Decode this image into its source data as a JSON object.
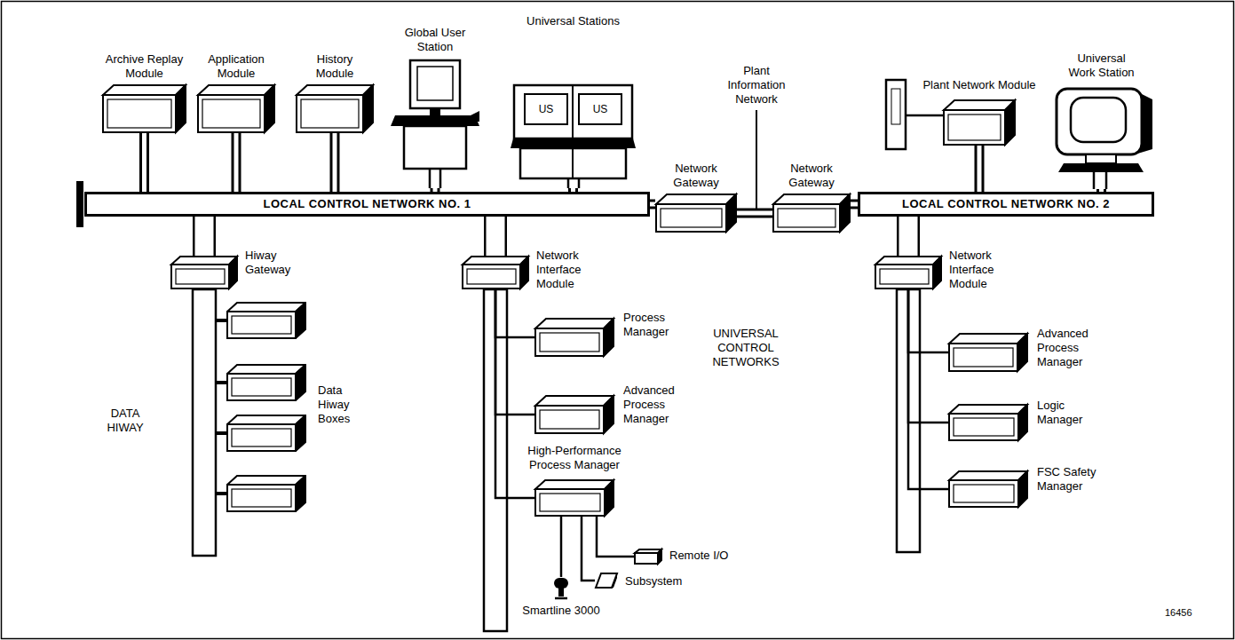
{
  "diagram": {
    "nodes": [
      {
        "text": [
          "Archive Replay Module"
        ]
      },
      {
        "text": [
          "Application Module"
        ]
      },
      {
        "text": [
          "History Module"
        ]
      },
      {
        "text": [
          "Global User Station"
        ]
      },
      {
        "text": [
          "Universal Stations"
        ]
      },
      {
        "text": [
          "US"
        ],
        "in": 4
      },
      {
        "text": [
          "US"
        ],
        "in": 4
      },
      {
        "text": [
          "Plant Network Module"
        ]
      },
      {
        "text": [
          "Universal Work Station"
        ]
      },
      {
        "text": [
          "LOCAL CONTROL NETWORK NO. 1"
        ]
      },
      {
        "text": [
          "Network Gateway"
        ]
      },
      {
        "text": [
          "Network Gateway"
        ]
      },
      {
        "text": [
          "LOCAL CONTROL NETWORK NO. 2"
        ]
      },
      {
        "text": [
          "Hiway Gateway"
        ]
      },
      {
        "text": [
          "Network Interface Module"
        ]
      },
      {
        "text": [
          "Network Interface Module"
        ]
      },
      {
        "text": [
          "Process Manager"
        ]
      },
      {
        "text": [
          "Advanced Process Manager"
        ]
      },
      {
        "text": [
          "Advanced Process Manager"
        ]
      },
      {
        "text": [
          "Logic Manager"
        ]
      },
      {
        "text": [
          "High-Performance Process Manager"
        ]
      },
      {
        "text": [
          "FSC Safety Manager"
        ]
      },
      {
        "text": [
          "Remote I/O"
        ]
      },
      {
        "text": [
          "Subsystem"
        ]
      },
      {
        "text": [
          "Smartline 3000"
        ]
      }
    ],
    "edges": [
      {
        "from": 0,
        "to": 9,
        "arrow": "none"
      },
      {
        "from": 1,
        "to": 9,
        "arrow": "none"
      },
      {
        "from": 2,
        "to": 9,
        "arrow": "none"
      },
      {
        "from": 3,
        "to": 9,
        "arrow": "none"
      },
      {
        "from": 4,
        "to": 9,
        "arrow": "none"
      },
      {
        "from": 9,
        "to": 10,
        "arrow": "none"
      },
      {
        "from": 10,
        "to": 11,
        "arrow": "none"
      },
      {
        "from": 11,
        "to": 12,
        "arrow": "none"
      },
      {
        "from": 7,
        "to": 12,
        "arrow": "none"
      },
      {
        "from": 8,
        "to": 12,
        "arrow": "none"
      },
      {
        "from": 9,
        "to": 13,
        "arrow": "none"
      },
      {
        "from": 9,
        "to": 14,
        "arrow": "none"
      },
      {
        "from": 12,
        "to": 15,
        "arrow": "none"
      },
      {
        "from": 14,
        "to": 16,
        "arrow": "none"
      },
      {
        "from": 14,
        "to": 17,
        "arrow": "none"
      },
      {
        "from": 14,
        "to": 20,
        "arrow": "none"
      },
      {
        "from": 15,
        "to": 18,
        "arrow": "none"
      },
      {
        "from": 15,
        "to": 19,
        "arrow": "none"
      },
      {
        "from": 15,
        "to": 21,
        "arrow": "none"
      },
      {
        "from": 20,
        "to": 22,
        "arrow": "none"
      },
      {
        "from": 20,
        "to": 23,
        "arrow": "none"
      },
      {
        "from": 20,
        "to": 24,
        "arrow": "none"
      }
    ],
    "labels": [
      "Plant Information Network",
      "DATA HIWAY",
      "Data Hiway Boxes",
      "UNIVERSAL CONTROL NETWORKS",
      "16456"
    ]
  }
}
